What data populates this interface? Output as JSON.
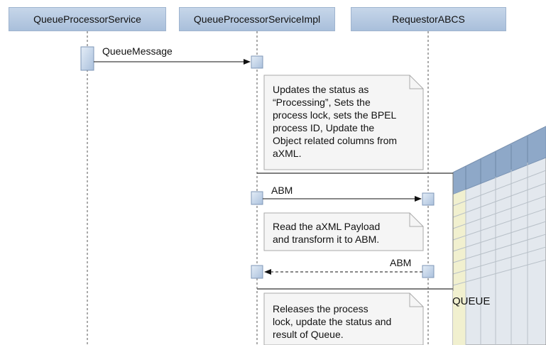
{
  "lanes": [
    {
      "name": "QueueProcessorService"
    },
    {
      "name": "QueueProcessorServiceImpl"
    },
    {
      "name": "RequestorABCS"
    }
  ],
  "messages": {
    "m1": "QueueMessage",
    "m2": "ABM",
    "m3": "ABM"
  },
  "notes": {
    "n1": [
      "Updates the status as",
      "“Processing”, Sets the",
      "process lock, sets the BPEL",
      "process ID, Update the",
      "Object related columns from",
      "aXML."
    ],
    "n2": [
      "Read the aXML Payload",
      "and transform it to ABM."
    ],
    "n3": [
      "Releases the process",
      "lock, update the status and",
      "result of Queue."
    ]
  },
  "queue": {
    "label": "QUEUE"
  },
  "colors": {
    "header": "#b4c8e0",
    "activation": "#c7d6ea",
    "table_header": "#8ea8c8",
    "table_body": "#e6ebf1",
    "table_first_col": "#f1f0cf"
  }
}
